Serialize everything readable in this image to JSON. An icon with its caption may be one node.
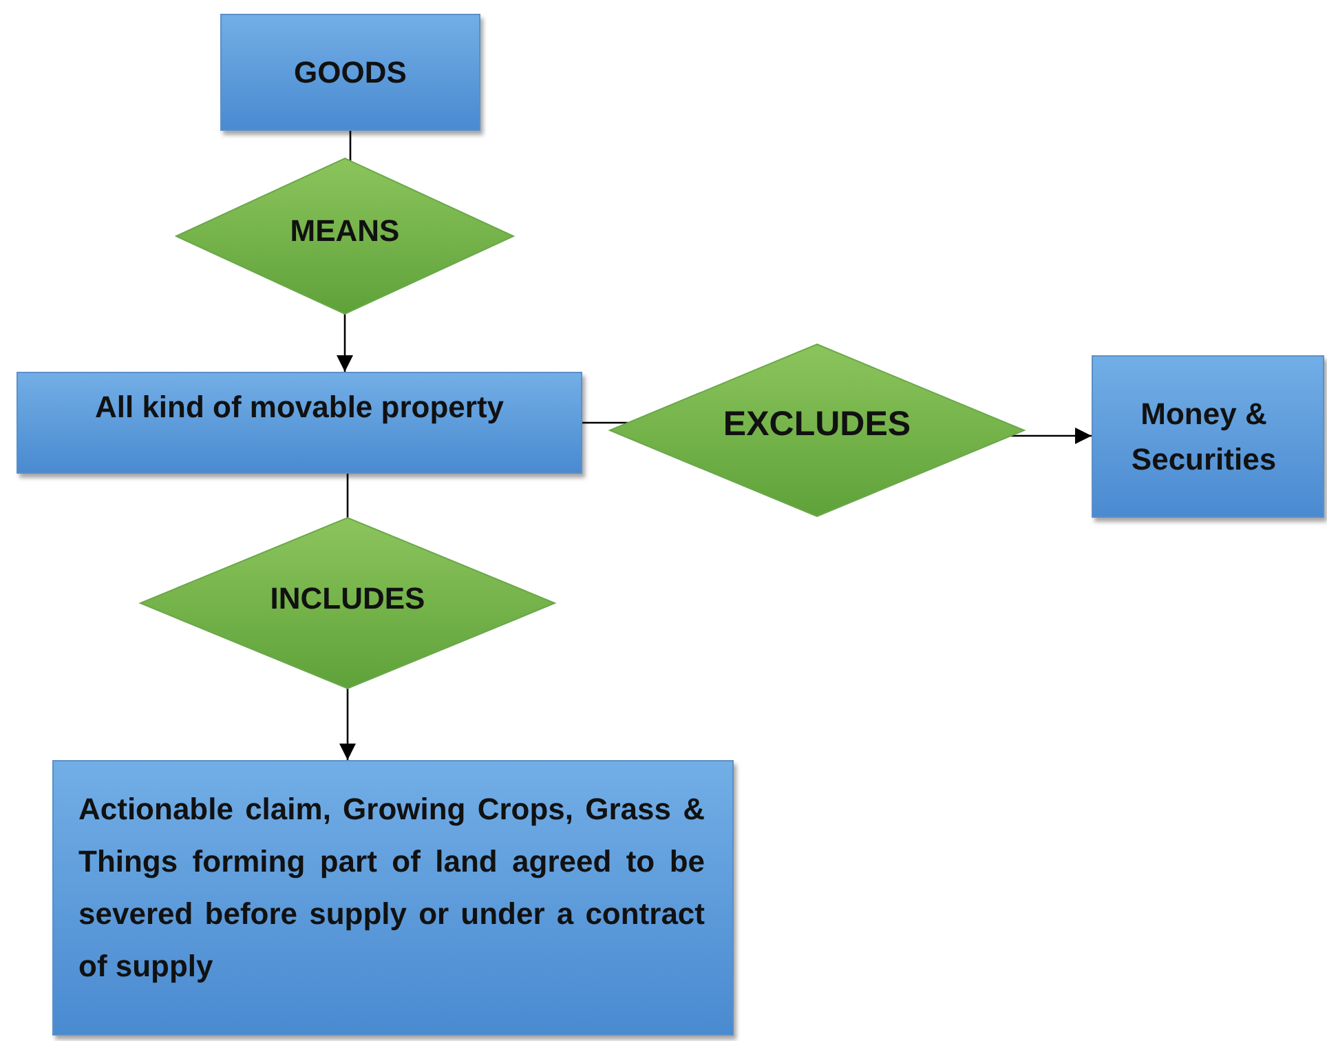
{
  "diagram": {
    "nodes": [
      {
        "text": [
          "GOODS"
        ]
      },
      {
        "text": [
          "MEANS"
        ]
      },
      {
        "text": [
          "All kind of movable property"
        ]
      },
      {
        "text": [
          "EXCLUDES"
        ]
      },
      {
        "text": [
          "Money & Securities"
        ]
      },
      {
        "text": [
          "INCLUDES"
        ]
      },
      {
        "text": [
          "Actionable claim, Growing Crops, Grass & Things forming part of land agreed to be severed before supply or under a contract of supply"
        ]
      }
    ],
    "edges": [
      {
        "from": 0,
        "to": 1,
        "arrow": "none"
      },
      {
        "from": 1,
        "to": 2,
        "arrow": "to"
      },
      {
        "from": 2,
        "to": 3,
        "arrow": "none"
      },
      {
        "from": 3,
        "to": 4,
        "arrow": "to"
      },
      {
        "from": 2,
        "to": 5,
        "arrow": "none"
      },
      {
        "from": 5,
        "to": 6,
        "arrow": "to"
      }
    ]
  }
}
